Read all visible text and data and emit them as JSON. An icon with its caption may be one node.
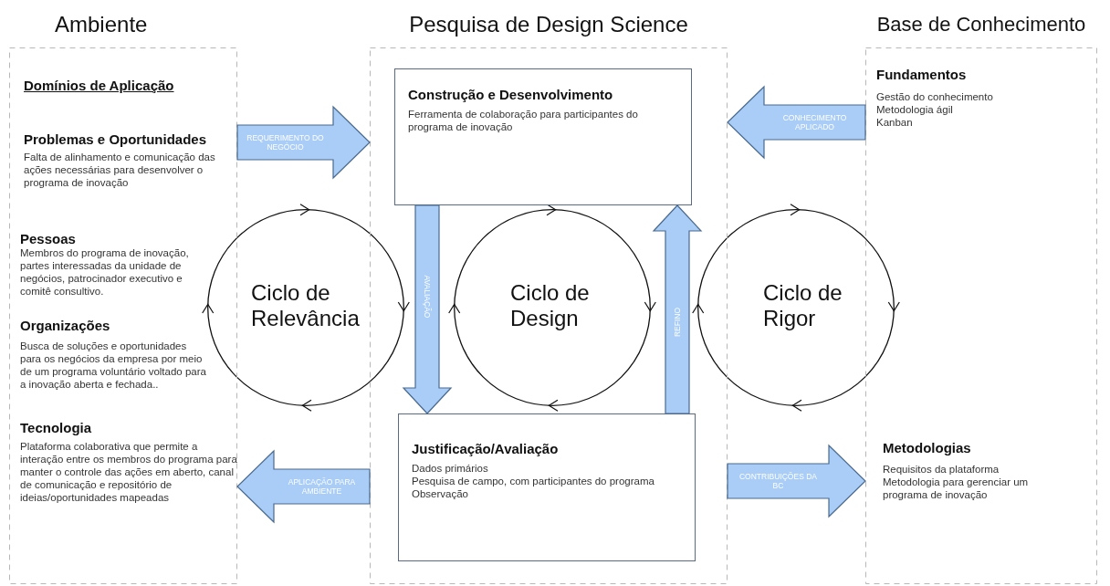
{
  "diagram": {
    "nodes": [
      {
        "text": [
          "Ambiente",
          "Domínios de Aplicação",
          "Problemas e Oportunidades",
          "Falta de alinhamento e comunicação das ações necessárias para desenvolver o programa de inovação",
          "Pessoas",
          "Membros do programa de inovação, partes interessadas da unidade de negócios, patrocinador executivo e comitê consultivo.",
          "Organizações",
          "Busca de soluções e oportunidades para os negócios da empresa por meio de um programa voluntário voltado para a inovação aberta e fechada..",
          "Tecnologia",
          "Plataforma colaborativa que permite a interação entre os membros do programa para manter o controle das ações em aberto, canal de comunicação e repositório de ideias/oportunidades mapeadas"
        ]
      },
      {
        "text": [
          "Pesquisa de Design Science"
        ]
      },
      {
        "text": [
          "Construção e Desenvolvimento",
          "Ferramenta de colaboração para participantes do programa de inovação"
        ],
        "in": 1
      },
      {
        "text": [
          "Justificação/Avaliação",
          "Dados primários",
          "Pesquisa de campo, com participantes do programa",
          "Observação"
        ],
        "in": 1
      },
      {
        "text": [
          "Base de Conhecimento",
          "Fundamentos",
          "Gestão do conhecimento",
          "Metodologia ágil",
          "Kanban",
          "Metodologias",
          "Requisitos da plataforma",
          "Metodologia para gerenciar um programa de inovação"
        ]
      },
      {
        "text": [
          "Ciclo de Relevância"
        ]
      },
      {
        "text": [
          "Ciclo de Design"
        ],
        "in": 1
      },
      {
        "text": [
          "Ciclo de Rigor"
        ]
      }
    ],
    "edges": [
      {
        "from": 0,
        "to": 1,
        "arrow": "to",
        "label": "REQUERIMENTO DO NEGÓCIO"
      },
      {
        "from": 4,
        "to": 1,
        "arrow": "to",
        "label": "CONHECIMENTO APLICADO"
      },
      {
        "from": 2,
        "to": 3,
        "arrow": "to",
        "label": "AVALIAÇÃO"
      },
      {
        "from": 3,
        "to": 2,
        "arrow": "to",
        "label": "REFINO"
      },
      {
        "from": 1,
        "to": 0,
        "arrow": "to",
        "label": "APLICAÇÃO PARA AMBIENTE"
      },
      {
        "from": 1,
        "to": 4,
        "arrow": "to",
        "label": "CONTRIBUIÇÕES DA BC"
      }
    ]
  }
}
